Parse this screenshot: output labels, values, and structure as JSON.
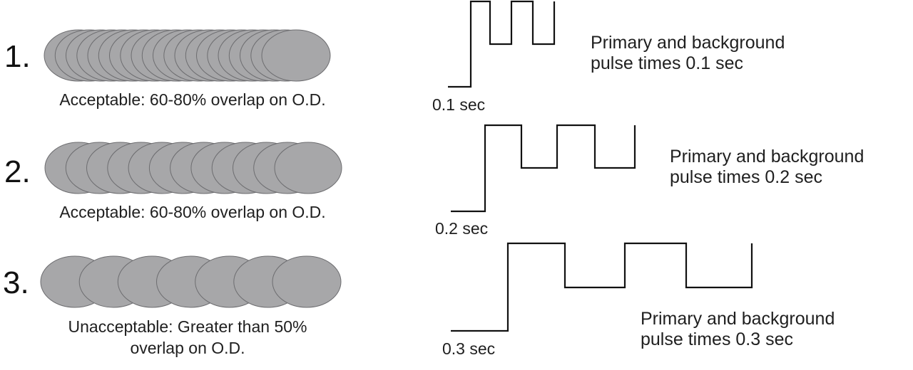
{
  "rows": [
    {
      "number": "1.",
      "spot_count": 21,
      "caption_lines": [
        "Acceptable: 60-80% overlap on O.D."
      ],
      "pulse_duration_label": "0.1 sec",
      "pulse_description": [
        "Primary and background",
        "pulse times 0.1 sec"
      ]
    },
    {
      "number": "2.",
      "spot_count": 12,
      "caption_lines": [
        "Acceptable: 60-80% overlap on O.D."
      ],
      "pulse_duration_label": "0.2 sec",
      "pulse_description": [
        "Primary and background",
        "pulse times 0.2 sec"
      ]
    },
    {
      "number": "3.",
      "spot_count": 7,
      "caption_lines": [
        "Unacceptable: Greater than 50%",
        "overlap on O.D."
      ],
      "pulse_duration_label": "0.3 sec",
      "pulse_description": [
        "Primary and background",
        "pulse times 0.3 sec"
      ]
    }
  ]
}
